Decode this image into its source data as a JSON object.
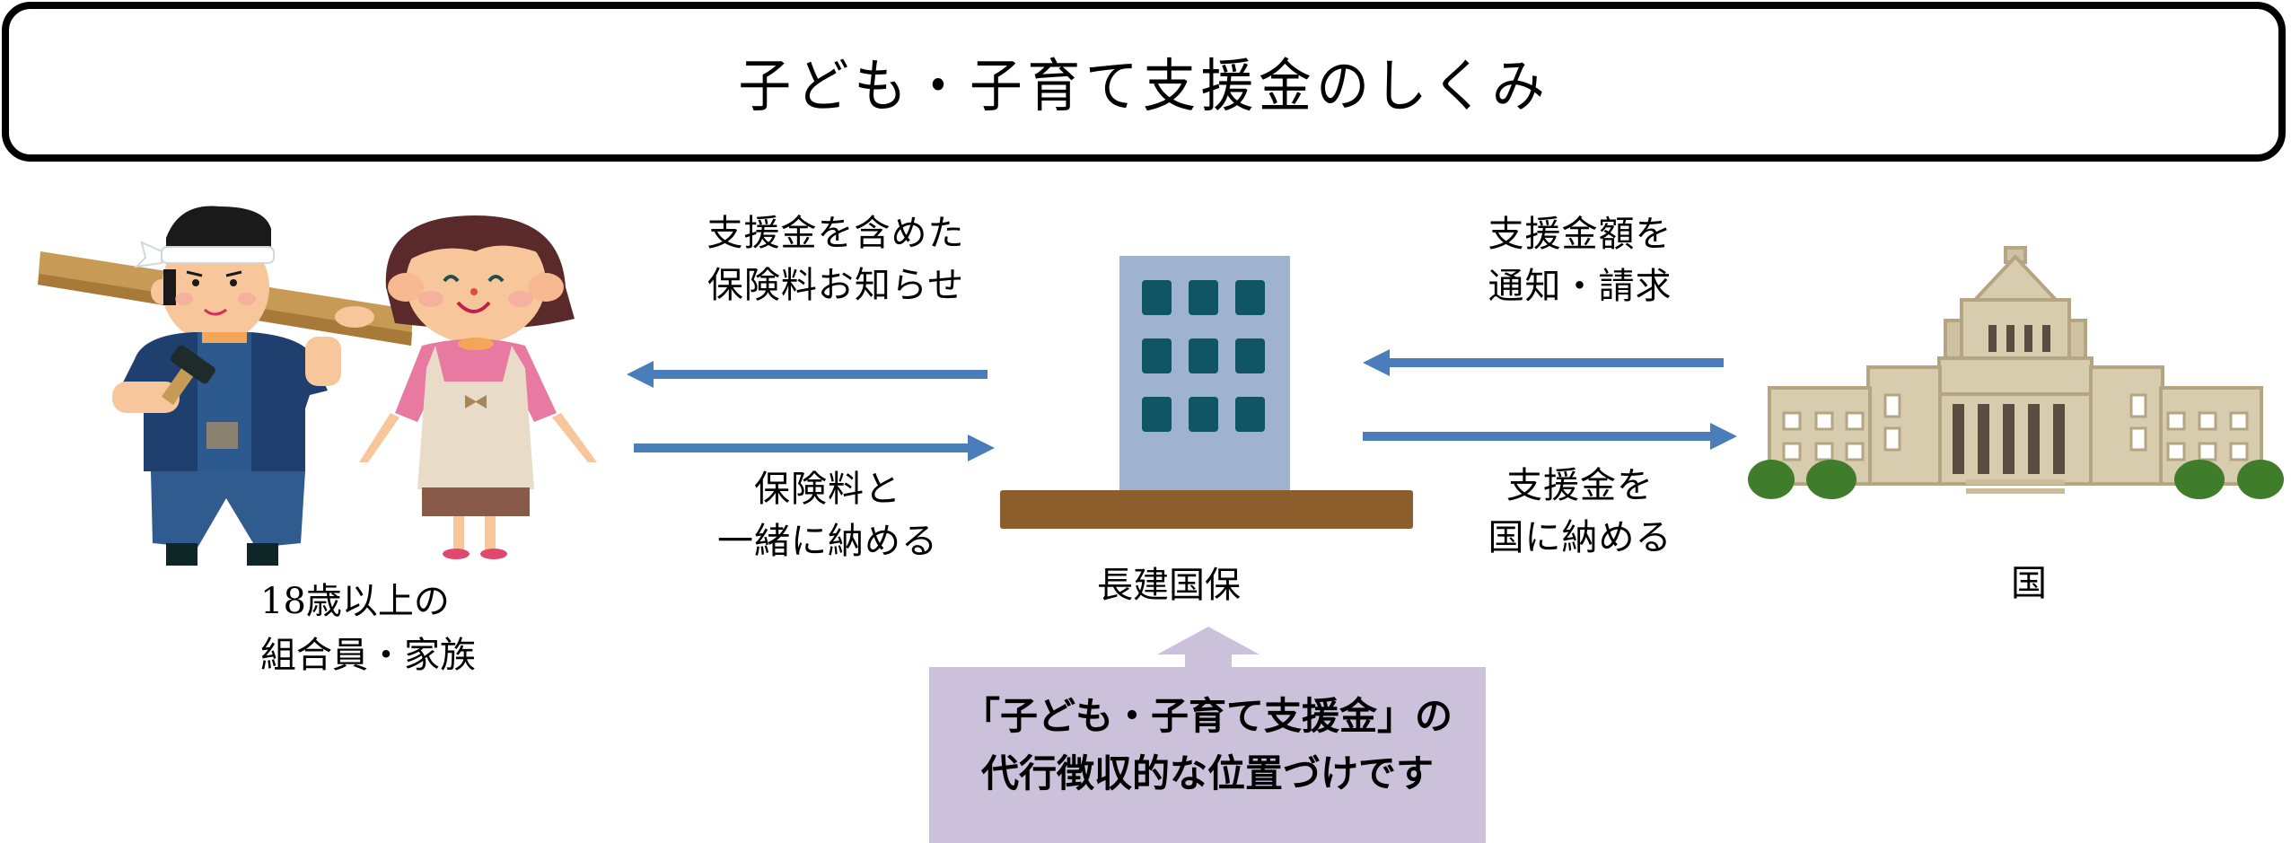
{
  "title": "子ども・子育て支援金のしくみ",
  "actors": {
    "members": {
      "label_line1": "18歳以上の",
      "label_line2": "組合員・家族"
    },
    "insurer": {
      "label": "長建国保"
    },
    "state": {
      "label": "国"
    }
  },
  "flows": {
    "insurer_to_members": {
      "line1": "支援金を含めた",
      "line2": "保険料お知らせ",
      "direction": "left"
    },
    "members_to_insurer": {
      "line1": "保険料と",
      "line2": "一緒に納める",
      "direction": "right"
    },
    "state_to_insurer": {
      "line1": "支援金額を",
      "line2": "通知・請求",
      "direction": "left"
    },
    "insurer_to_state": {
      "line1": "支援金を",
      "line2": "国に納める",
      "direction": "right"
    }
  },
  "callout": {
    "line1": "「子ども・子育て支援金」の",
    "line2": "代行徴収的な位置づけです"
  },
  "colors": {
    "arrow": "#4a7ebb",
    "callout_bg": "#cbc1db",
    "building_body": "#9fb3d1",
    "building_window": "#0f5566",
    "ground": "#8b5e2b",
    "parliament": "#cfc2a3"
  },
  "icons": {
    "members": "carpenter-and-woman-illustration",
    "insurer": "office-building-illustration",
    "state": "national-diet-building-illustration"
  }
}
